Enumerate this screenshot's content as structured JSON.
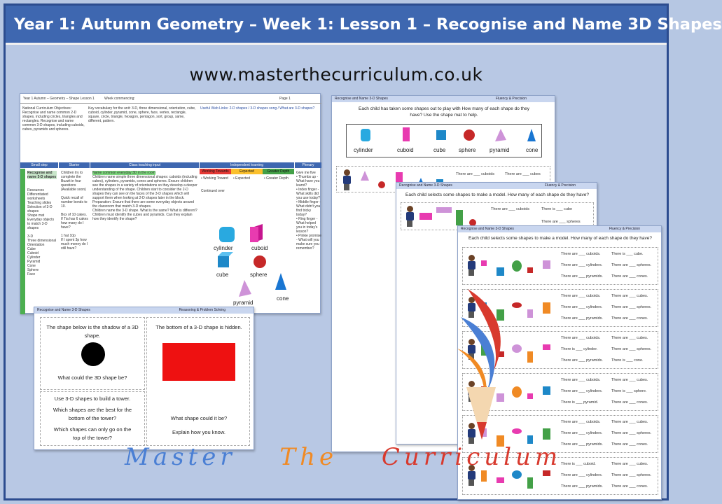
{
  "banner": {
    "title": "Year 1: Autumn Geometry – Week 1: Lesson 1 – Recognise and Name 3D Shapes"
  },
  "website": "www.masterthecurriculum.co.uk",
  "lesson_plan": {
    "header_left": "Year 1 Autumn – Geometry – Shape Lesson 1",
    "header_mid": "Week commencing:",
    "header_right": "Page 1",
    "objectives": "National Curriculum Objectives: Recognise and name common 2-D shapes, including circles, triangles and rectangles. Recognise and name common 3-D shapes, including cuboids, cubes, pyramids and spheres.",
    "vocab": "Key vocabulary for the unit: 3-D, three dimensional, orientation, cube, cuboid, cylinder, pyramid, cone, sphere, face, vertex, rectangle, square, circle, triangle, hexagon, pentagon, sort, group, same, different, pattern.",
    "links": "Useful Web Links: 2-D shapes / 3-D shapes song / What are 3-D shapes?",
    "columns": [
      "Small step",
      "Starter",
      "Class teaching input",
      "Independent learning",
      "Plenary"
    ],
    "levels": [
      "Working Towards",
      "Expected",
      "Greater Depth"
    ],
    "level_colors": [
      "#e53935",
      "#fbc02d",
      "#43a047"
    ],
    "lesson_label": "Lesson 1",
    "step_title": "Recognise and name 3-D shapes",
    "shapes": [
      "cylinder",
      "cuboid",
      "cube",
      "sphere",
      "pyramid",
      "cone"
    ]
  },
  "reasoning_sheet": {
    "title": "Recognise and Name 3-D Shapes",
    "tag": "Reasoning & Problem Solving",
    "q1": "The shape below is the shadow of a 3D shape.",
    "q1b": "What could the 3D shape be?",
    "q2": "The bottom of a 3-D shape is hidden.",
    "q2b": "What shape could it be?",
    "q2c": "Explain how you know.",
    "q3": "Use 3-D shapes to build a tower.",
    "q3b": "Which shapes are the best for the bottom of the tower?",
    "q3c": "Which shapes can only go on the top of the tower?"
  },
  "fluency_sheet_1": {
    "title": "Recognise and Name 3-D Shapes",
    "tag": "Fluency & Precision",
    "instruction": "Each child has taken some shapes out to play with How many of each shape do they have? Use the shape mat to help.",
    "shapes": [
      "cylinder",
      "cuboid",
      "cube",
      "sphere",
      "pyramid",
      "cone"
    ],
    "row1": "There are ___ cuboids",
    "row1b": "There are ___ cubes"
  },
  "fluency_sheet_2": {
    "title": "Recognise and Name 3-D Shapes",
    "tag": "Fluency & Precision",
    "instruction": "Each child selects some shapes to make a model. How many of each shape do they have?",
    "rows": [
      "There are ___ cuboids",
      "There is ___ cube",
      "There are ___ spheres"
    ]
  },
  "fluency_sheet_3": {
    "title": "Recognise and Name 3-D Shapes",
    "tag": "Fluency & Precision",
    "instruction": "Each child selects some shapes to make a model. How many of each shape do they have?",
    "blocks": [
      [
        "There are ___ cuboids.",
        "There is ___ cube.",
        "There are ___ cylinders.",
        "There are ___ spheres.",
        "There are ___ pyramids.",
        "There are ___ cones."
      ],
      [
        "There are ___ cuboids.",
        "There are ___ cubes.",
        "There are ___ cylinders.",
        "There are ___ spheres.",
        "There are ___ pyramids.",
        "There are ___ cones."
      ],
      [
        "There are ___ cuboids.",
        "There are ___ cubes.",
        "There is ___ cylinder.",
        "There are ___ spheres.",
        "There are ___ pyramids.",
        "There is ___ cone."
      ],
      [
        "There are ___ cuboids.",
        "There are ___ cubes.",
        "There are ___ cylinders.",
        "There is ___ sphere.",
        "There is ___ pyramid.",
        "There are ___ cones."
      ],
      [
        "There are ___ cuboids.",
        "There are ___ cubes.",
        "There are ___ cylinders.",
        "There are ___ spheres.",
        "There are ___ pyramids.",
        "There are ___ cones."
      ],
      [
        "There is ___ cuboid.",
        "There are ___ cubes.",
        "There are ___ cylinders.",
        "There are ___ spheres.",
        "There are ___ pyramids.",
        "There are ___ cones."
      ]
    ]
  },
  "watermark": {
    "words": [
      "Master",
      "The",
      "Curriculum"
    ],
    "colors": [
      "#4a7fd4",
      "#f08a24",
      "#d83a2e"
    ]
  },
  "colors": {
    "banner": "#3e67b0",
    "background": "#b8c8e4"
  }
}
